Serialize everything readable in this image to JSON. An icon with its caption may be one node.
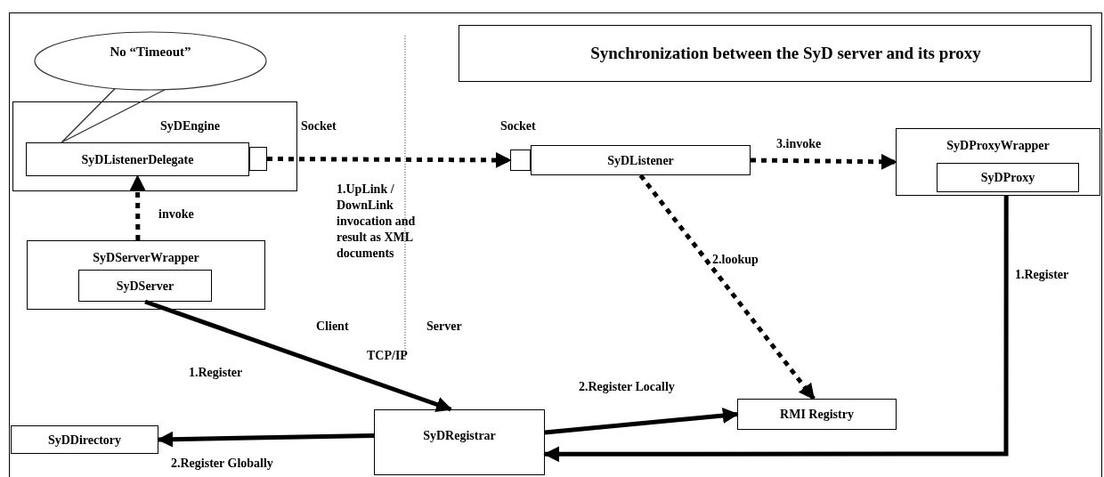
{
  "diagram": {
    "title": "Synchronization between the SyD server and its proxy",
    "nodes": [
      {
        "text": [
          "No “Timeout”"
        ]
      },
      {
        "text": [
          "SyDEngine"
        ]
      },
      {
        "text": [
          "SyDListenerDelegate"
        ],
        "in": 1
      },
      {
        "text": [],
        "shape": "box",
        "in": 1
      },
      {
        "text": [
          "SyDServerWrapper"
        ]
      },
      {
        "text": [
          "SyDServer"
        ],
        "in": 4
      },
      {
        "text": [],
        "shape": "box"
      },
      {
        "text": [
          "SyDListener"
        ]
      },
      {
        "text": [
          "SyDProxyWrapper"
        ]
      },
      {
        "text": [
          "SyDProxy"
        ],
        "in": 8
      },
      {
        "text": [
          "SyDRegistrar"
        ]
      },
      {
        "text": [
          "RMI Registry"
        ]
      },
      {
        "text": [
          "SyDDirectory"
        ]
      }
    ],
    "edges": [
      {
        "from": 0,
        "to": 2,
        "arrow": "none"
      },
      {
        "from": 4,
        "to": 2,
        "arrow": "to",
        "label": "invoke",
        "style": "dashed"
      },
      {
        "from": 3,
        "to": 6,
        "arrow": "to",
        "label": "1.UpLink / DownLink invocation and result as XML documents",
        "style": "dashed"
      },
      {
        "from": 7,
        "to": 8,
        "arrow": "to",
        "label": "3.invoke",
        "style": "dashed"
      },
      {
        "from": 7,
        "to": 11,
        "arrow": "to",
        "label": "2.lookup",
        "style": "dashed"
      },
      {
        "from": 5,
        "to": 10,
        "arrow": "to",
        "label": "1.Register"
      },
      {
        "from": 8,
        "to": 10,
        "arrow": "to",
        "label": "1.Register"
      },
      {
        "from": 10,
        "to": 11,
        "arrow": "to",
        "label": "2.Register Locally"
      },
      {
        "from": 10,
        "to": 12,
        "arrow": "to",
        "label": "2.Register Globally"
      }
    ],
    "labels": [
      "Socket",
      "Socket",
      "Client",
      "Server",
      "TCP/IP"
    ]
  }
}
